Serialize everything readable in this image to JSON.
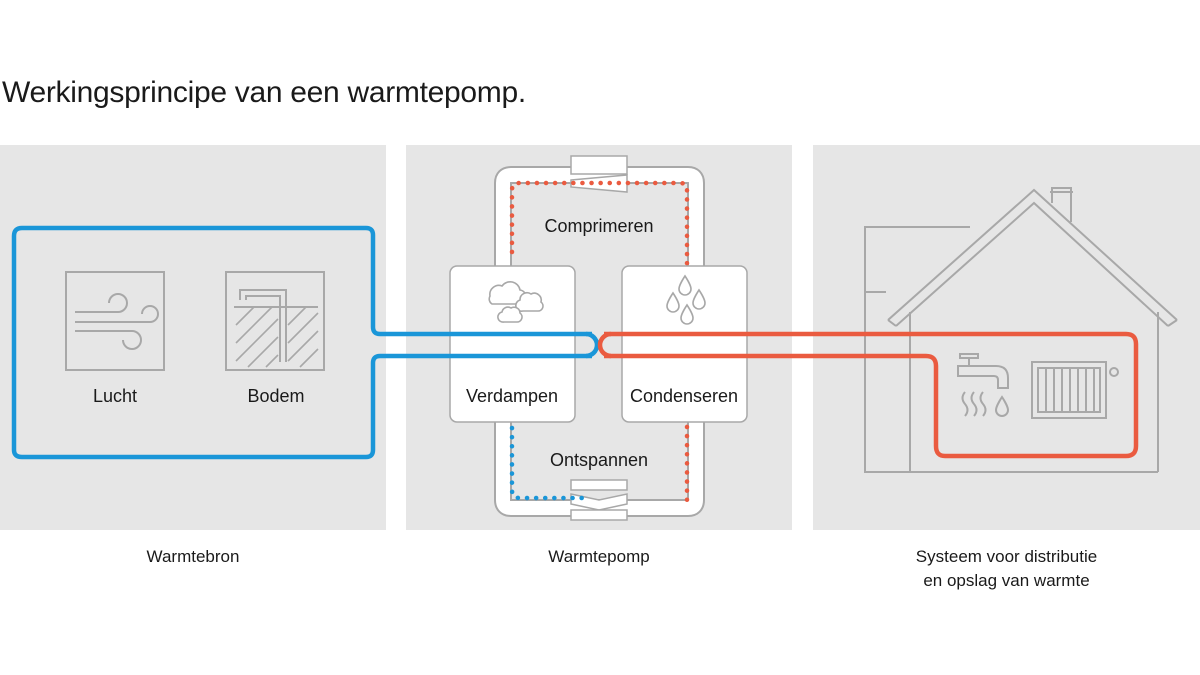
{
  "title": "Werkingsprincipe van een warmtepomp.",
  "source": {
    "caption": "Warmtebron",
    "lucht_label": "Lucht",
    "bodem_label": "Bodem"
  },
  "pump": {
    "caption": "Warmtepomp",
    "comprimeren_label": "Comprimeren",
    "ontspannen_label": "Ontspannen",
    "verdampen_label": "Verdampen",
    "condenseren_label": "Condenseren"
  },
  "distribution": {
    "caption_line1": "Systeem voor distributie",
    "caption_line2": "en opslag van warmte"
  },
  "colors": {
    "panel": "#e6e6e6",
    "cold": "#1a96d8",
    "hot": "#ea5b40",
    "line_gray": "#a8a8a8"
  }
}
